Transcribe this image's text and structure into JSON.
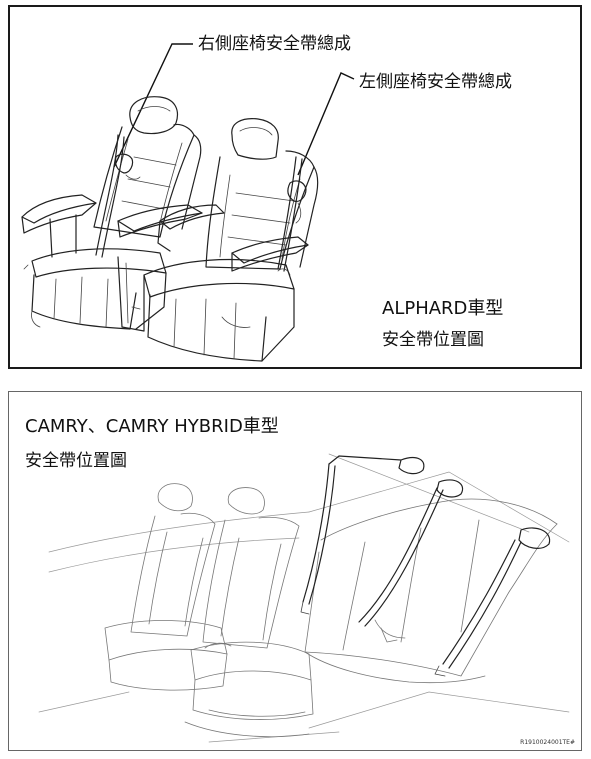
{
  "top_panel": {
    "callout_right_seat": "右側座椅安全帶總成",
    "callout_left_seat": "左側座椅安全帶總成",
    "model_title": "ALPHARD車型",
    "diagram_caption": "安全帶位置圖"
  },
  "bottom_panel": {
    "model_title": "CAMRY、CAMRY HYBRID車型",
    "diagram_caption": "安全帶位置圖",
    "reference_code": "R1910024001TE#"
  }
}
